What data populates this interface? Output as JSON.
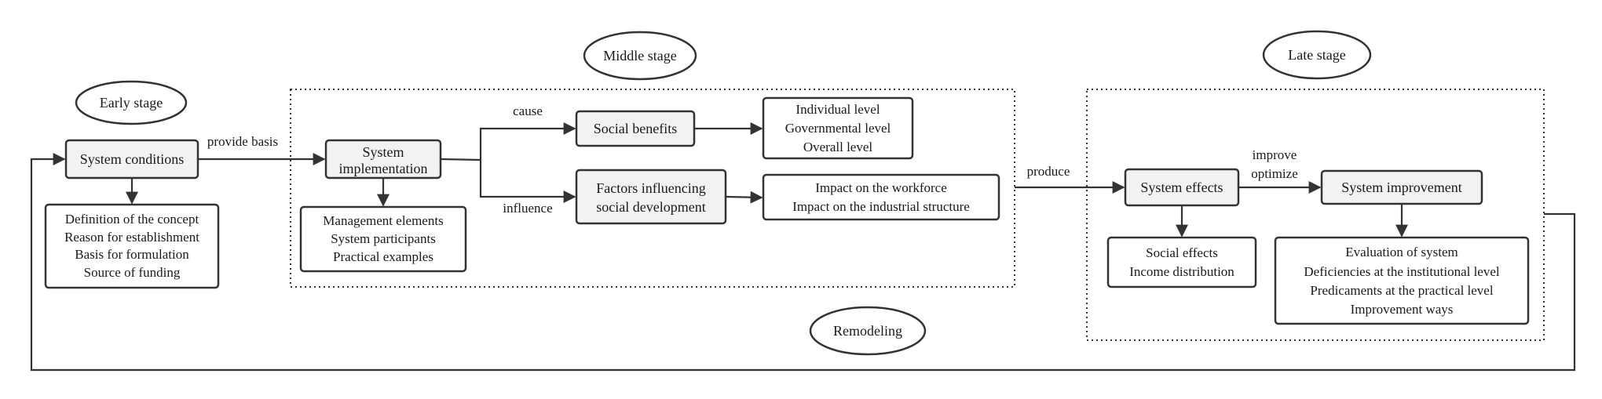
{
  "stages": {
    "early": "Early stage",
    "middle": "Middle stage",
    "late": "Late stage",
    "remodeling": "Remodeling"
  },
  "nodes": {
    "system_conditions": "System conditions",
    "system_implementation": [
      "System",
      "implementation"
    ],
    "social_benefits": "Social benefits",
    "factors": [
      "Factors influencing",
      "social development"
    ],
    "system_effects": "System effects",
    "system_improvement": "System improvement"
  },
  "lists": {
    "conditions_details": [
      "Definition of the concept",
      "Reason for establishment",
      "Basis for formulation",
      "Source of funding"
    ],
    "implementation_details": [
      "Management elements",
      "System participants",
      "Practical examples"
    ],
    "benefit_levels": [
      "Individual level",
      "Governmental level",
      "Overall level"
    ],
    "impacts": [
      "Impact on the workforce",
      "Impact on the industrial structure"
    ],
    "effects_details": [
      "Social effects",
      "Income distribution"
    ],
    "improvement_details": [
      "Evaluation of system",
      "Deficiencies at the institutional level",
      "Predicaments at the practical level",
      "Improvement ways"
    ]
  },
  "edges": {
    "provide_basis": "provide basis",
    "cause": "cause",
    "influence": "influence",
    "produce": "produce",
    "improve_optimize": [
      "improve",
      "optimize"
    ]
  }
}
